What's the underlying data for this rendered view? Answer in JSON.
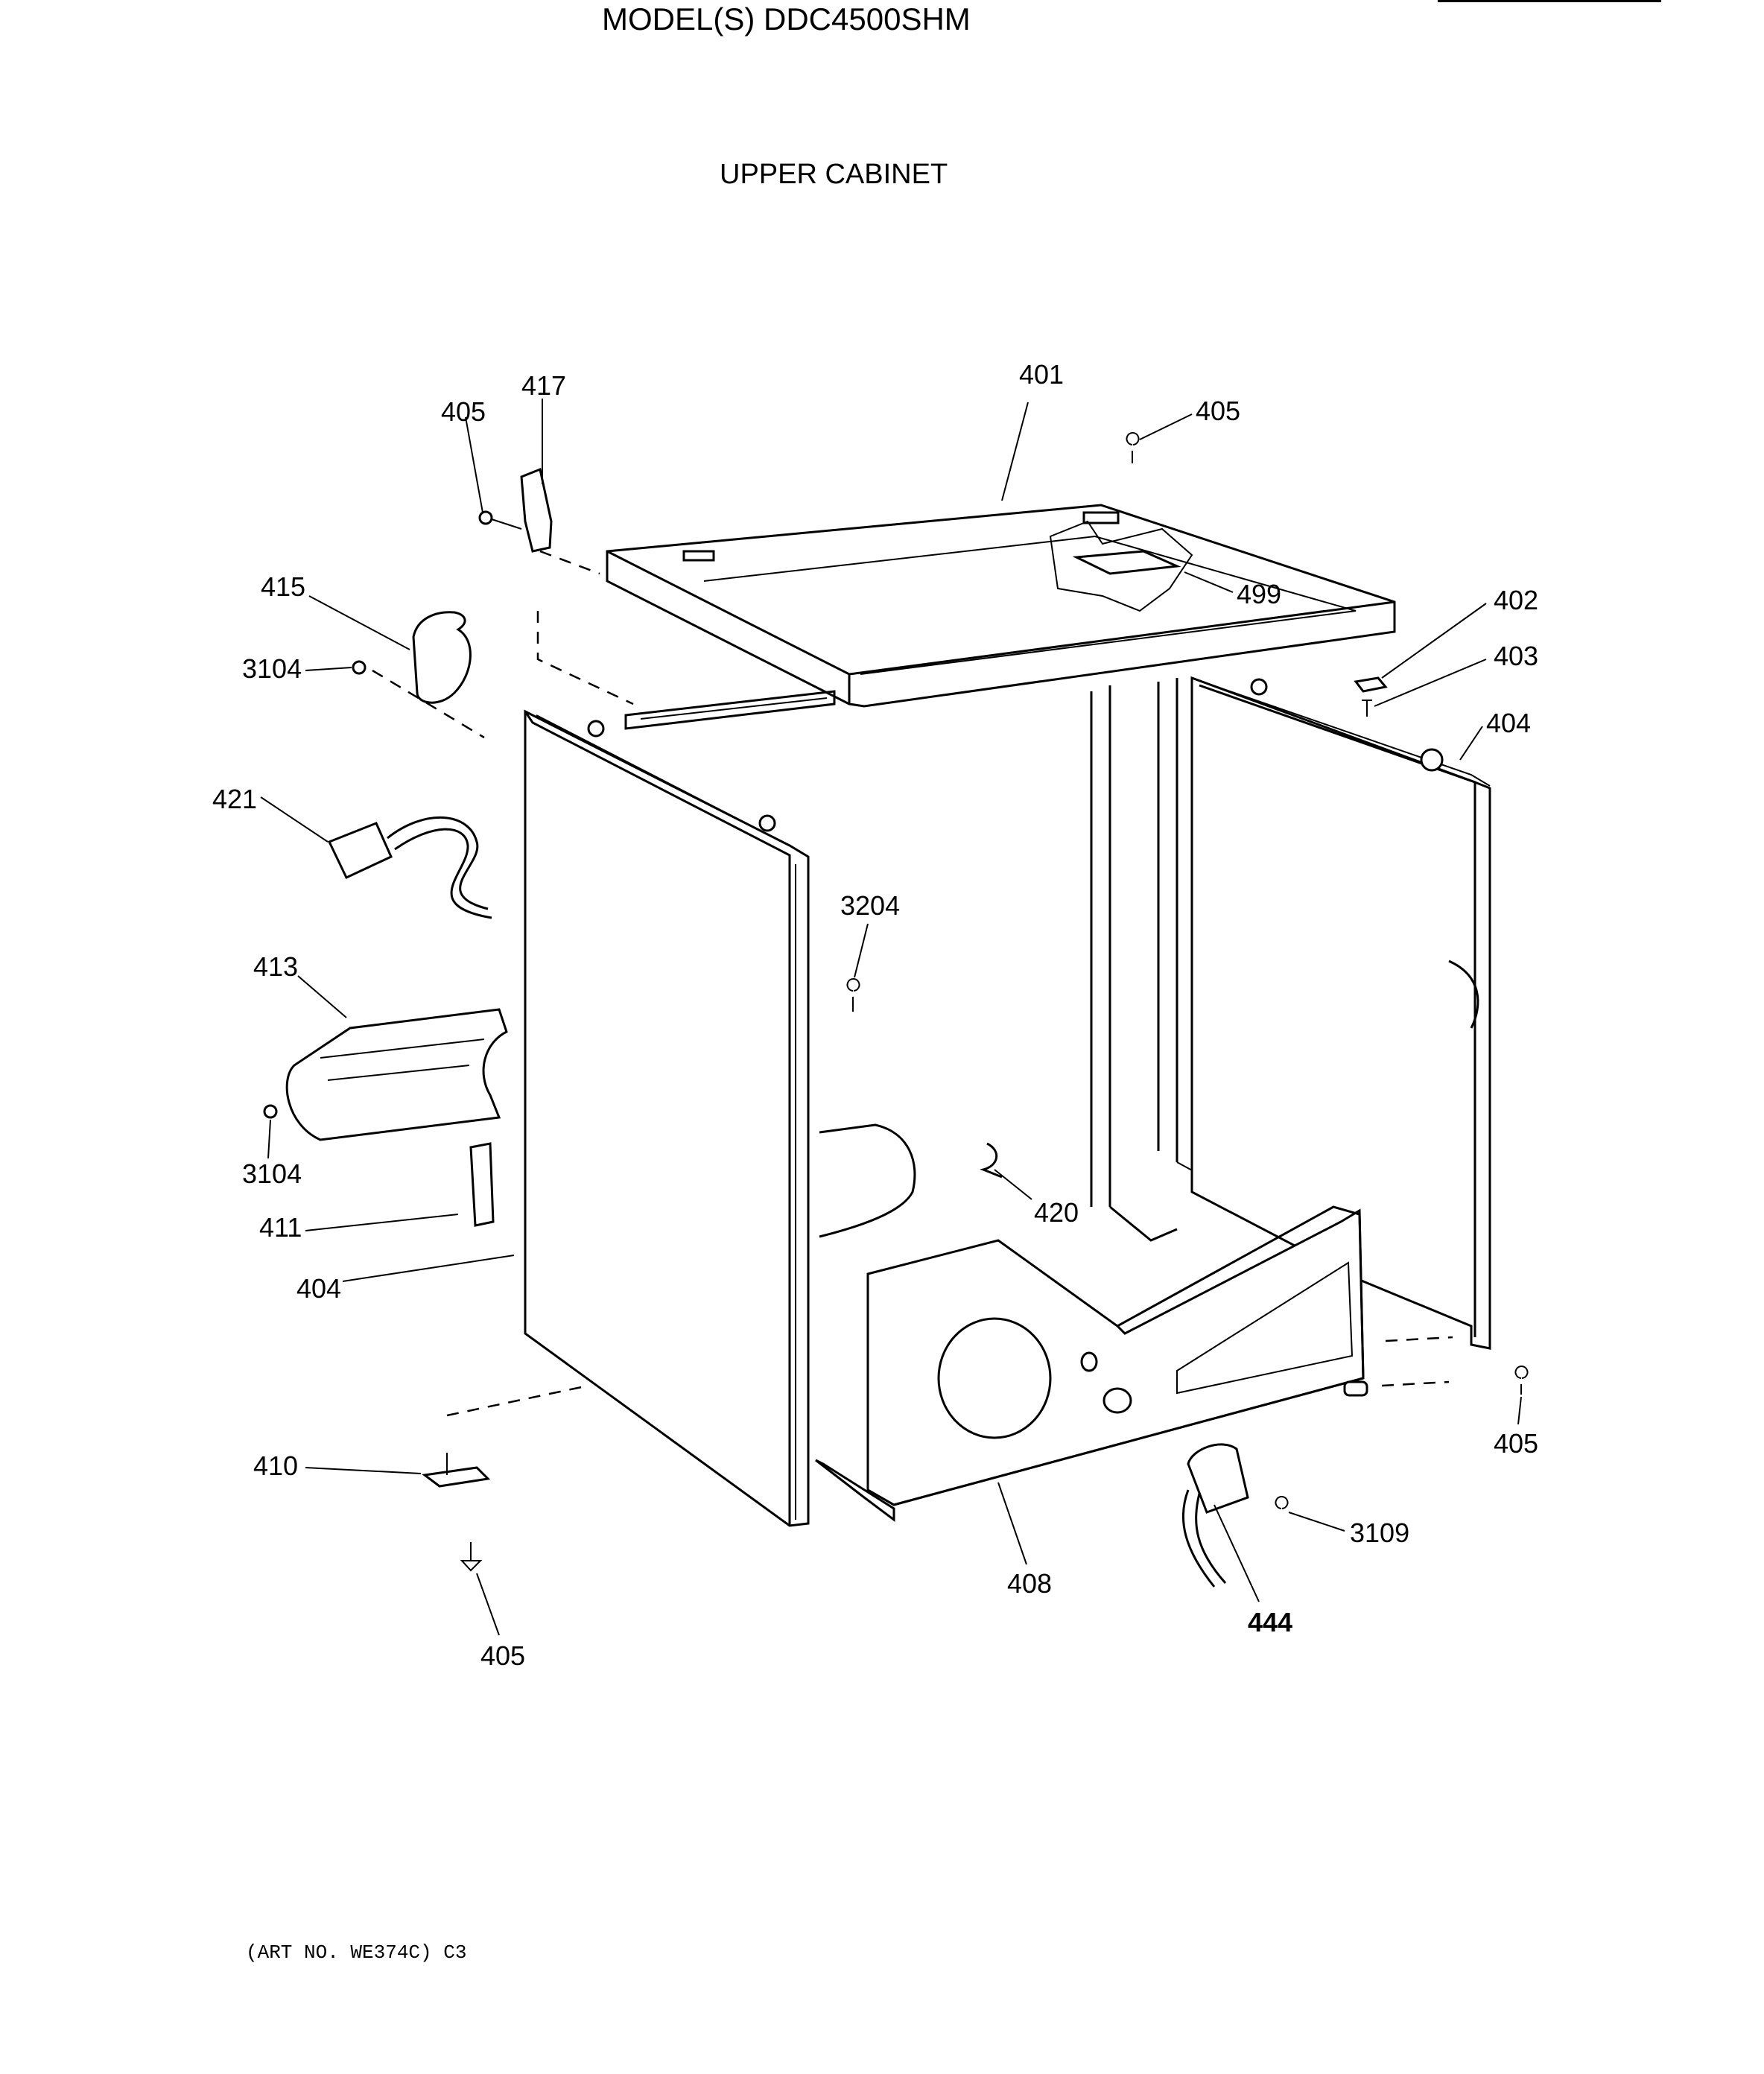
{
  "title": "MODEL(S) DDC4500SHM",
  "subtitle": "UPPER CABINET",
  "art_number": "(ART NO. WE374C) C3",
  "parts": [
    {
      "id": "401",
      "label": "401"
    },
    {
      "id": "402",
      "label": "402"
    },
    {
      "id": "403",
      "label": "403"
    },
    {
      "id": "404-right",
      "label": "404"
    },
    {
      "id": "404-left",
      "label": "404"
    },
    {
      "id": "405-top-left",
      "label": "405"
    },
    {
      "id": "405-top-right",
      "label": "405"
    },
    {
      "id": "405-right",
      "label": "405"
    },
    {
      "id": "405-bottom",
      "label": "405"
    },
    {
      "id": "408",
      "label": "408"
    },
    {
      "id": "410",
      "label": "410"
    },
    {
      "id": "411",
      "label": "411"
    },
    {
      "id": "413",
      "label": "413"
    },
    {
      "id": "415",
      "label": "415"
    },
    {
      "id": "417",
      "label": "417"
    },
    {
      "id": "420",
      "label": "420"
    },
    {
      "id": "421",
      "label": "421"
    },
    {
      "id": "444",
      "label": "444"
    },
    {
      "id": "499",
      "label": "499"
    },
    {
      "id": "3104-top",
      "label": "3104"
    },
    {
      "id": "3104-bottom",
      "label": "3104"
    },
    {
      "id": "3109",
      "label": "3109"
    },
    {
      "id": "3204",
      "label": "3204"
    }
  ]
}
